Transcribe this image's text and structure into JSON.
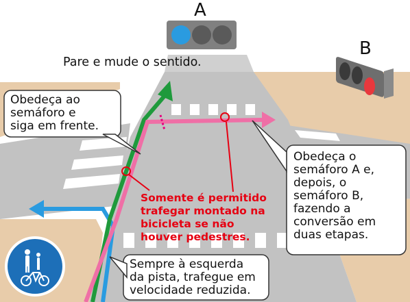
{
  "signals": {
    "a": {
      "letter": "A",
      "lit": "blue",
      "lit_color": "#2a9be0"
    },
    "b": {
      "letter": "B",
      "lit": "red",
      "lit_color": "#e8383d"
    }
  },
  "labels": {
    "stop_turn": "Pare e mude o sentido.",
    "obey_straight": [
      "Obedeça ao",
      "semáforo e",
      "siga em frente."
    ],
    "obey_two_step": [
      "Obedeça o",
      "semáforo A e,",
      "depois, o",
      "semáforo B,",
      "fazendo a",
      "conversão em",
      "duas etapas."
    ],
    "warning": [
      "Somente é permitido",
      "trafegar montado na",
      "bicicleta se não",
      "houver pedestres."
    ],
    "keep_left": [
      "Sempre à esquerda",
      "da pista, trafegue em",
      "velocidade reduzida."
    ]
  },
  "sign": {
    "meaning": "pedestrians-and-bicycles",
    "color": "#1d6fb8"
  },
  "colors": {
    "road": "#bfbfbf",
    "sidewalk": "#e8ccaa",
    "crosswalk": "#ffffff",
    "route_green": "#1f9a3c",
    "route_pink": "#ef6fa6",
    "route_blue": "#2a9be0",
    "warning_text": "#e60012"
  }
}
